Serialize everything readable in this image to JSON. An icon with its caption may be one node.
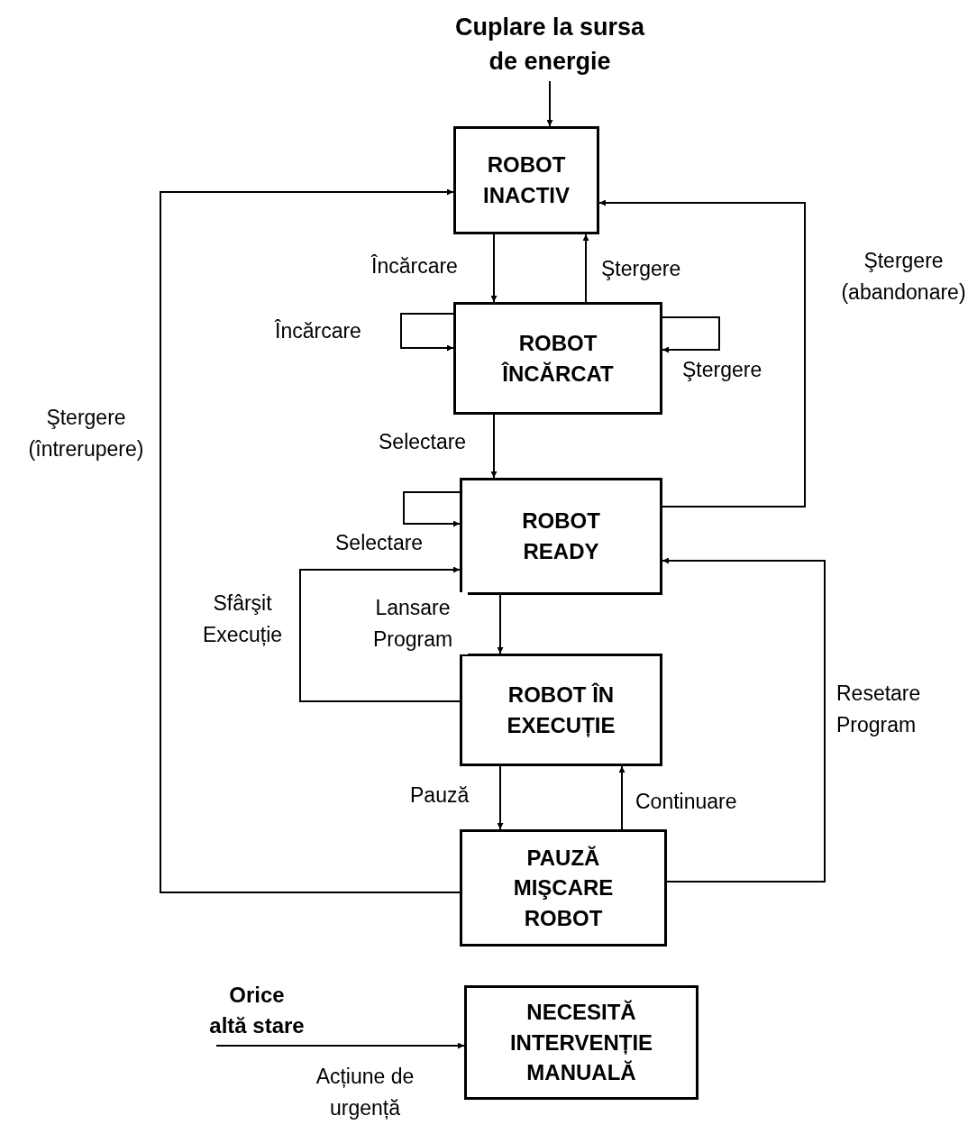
{
  "diagram": {
    "nodes": [
      {
        "text": [
          "Cuplare la sursa de energie"
        ]
      },
      {
        "text": [
          "ROBOT INACTIV"
        ]
      },
      {
        "text": [
          "ROBOT ÎNCĂRCAT"
        ]
      },
      {
        "text": [
          "ROBOT READY"
        ]
      },
      {
        "text": [
          "ROBOT ÎN EXECUȚIE"
        ]
      },
      {
        "text": [
          "PAUZĂ MIŞCARE ROBOT"
        ]
      },
      {
        "text": [
          "Orice altă stare"
        ]
      },
      {
        "text": [
          "NECESITĂ INTERVENȚIE MANUALĂ"
        ]
      }
    ],
    "edges": [
      {
        "from": 0,
        "to": 1,
        "arrow": "to"
      },
      {
        "from": 1,
        "to": 2,
        "arrow": "to",
        "label": "Încărcare"
      },
      {
        "from": 2,
        "to": 1,
        "arrow": "to",
        "label": "Ştergere"
      },
      {
        "from": 2,
        "to": 2,
        "arrow": "to",
        "label": "Încărcare"
      },
      {
        "from": 2,
        "to": 2,
        "arrow": "to",
        "label": "Ştergere"
      },
      {
        "from": 2,
        "to": 3,
        "arrow": "to",
        "label": "Selectare"
      },
      {
        "from": 3,
        "to": 3,
        "arrow": "to",
        "label": "Selectare"
      },
      {
        "from": 3,
        "to": 1,
        "arrow": "to",
        "label": "Ştergere (abandonare)"
      },
      {
        "from": 3,
        "to": 4,
        "arrow": "to",
        "label": "Lansare Program"
      },
      {
        "from": 4,
        "to": 3,
        "arrow": "to",
        "label": "Sfârşit Execuție"
      },
      {
        "from": 4,
        "to": 5,
        "arrow": "to",
        "label": "Pauză"
      },
      {
        "from": 5,
        "to": 4,
        "arrow": "to",
        "label": "Continuare"
      },
      {
        "from": 5,
        "to": 3,
        "arrow": "to",
        "label": "Resetare Program"
      },
      {
        "from": 5,
        "to": 1,
        "arrow": "to",
        "label": "Ştergere (întrerupere)"
      },
      {
        "from": 6,
        "to": 7,
        "arrow": "to",
        "label": "Acțiune de urgență"
      }
    ]
  }
}
